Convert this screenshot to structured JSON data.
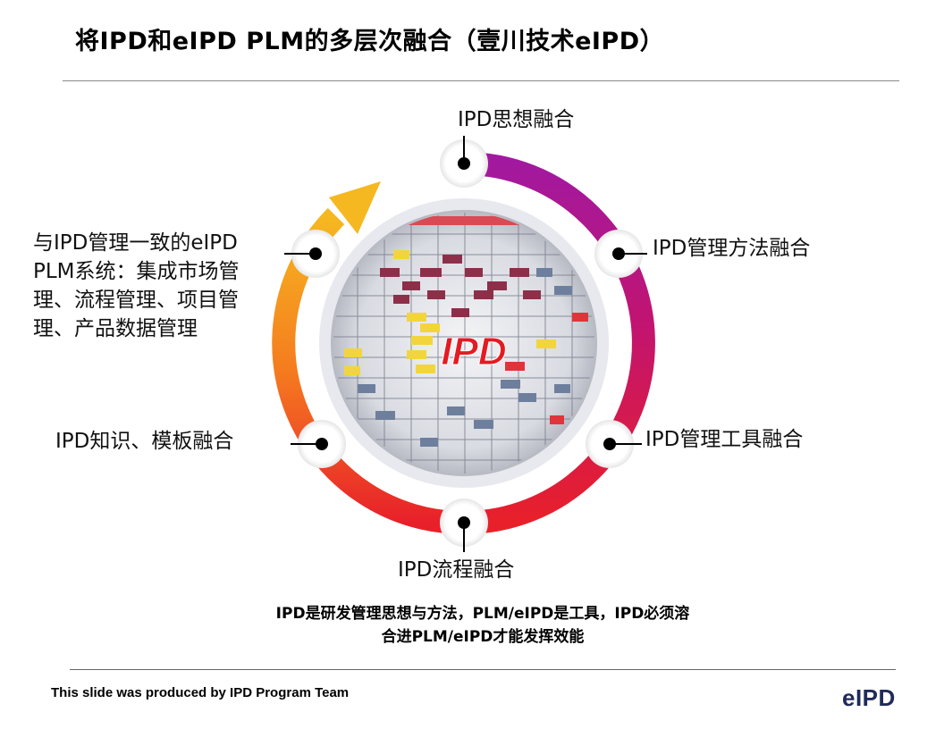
{
  "title": "将IPD和eIPD PLM的多层次融合（壹川技术eIPD）",
  "nodes": {
    "thought": "IPD思想融合",
    "method": "IPD管理方法融合",
    "tool": "IPD管理工具融合",
    "process": "IPD流程融合",
    "knowledge": "IPD知识、模板融合",
    "plm": "与IPD管理一致的eIPD PLM系统：集成市场管理、流程管理、项目管理、产品数据管理"
  },
  "center_label": "IPD",
  "summary": {
    "line1": "IPD是研发管理思想与方法，PLM/eIPD是工具，IPD必须溶",
    "line2": "合进PLM/eIPD才能发挥效能"
  },
  "footer": "This slide was produced by IPD Program Team",
  "logo": "eIPD",
  "colors": {
    "ring_purple": "#9b1fb0",
    "ring_red": "#e8202a",
    "ring_orange": "#f57c1f",
    "ring_yellow": "#f5b820",
    "center_text": "#e31b23",
    "logo": "#1f2a5a"
  }
}
